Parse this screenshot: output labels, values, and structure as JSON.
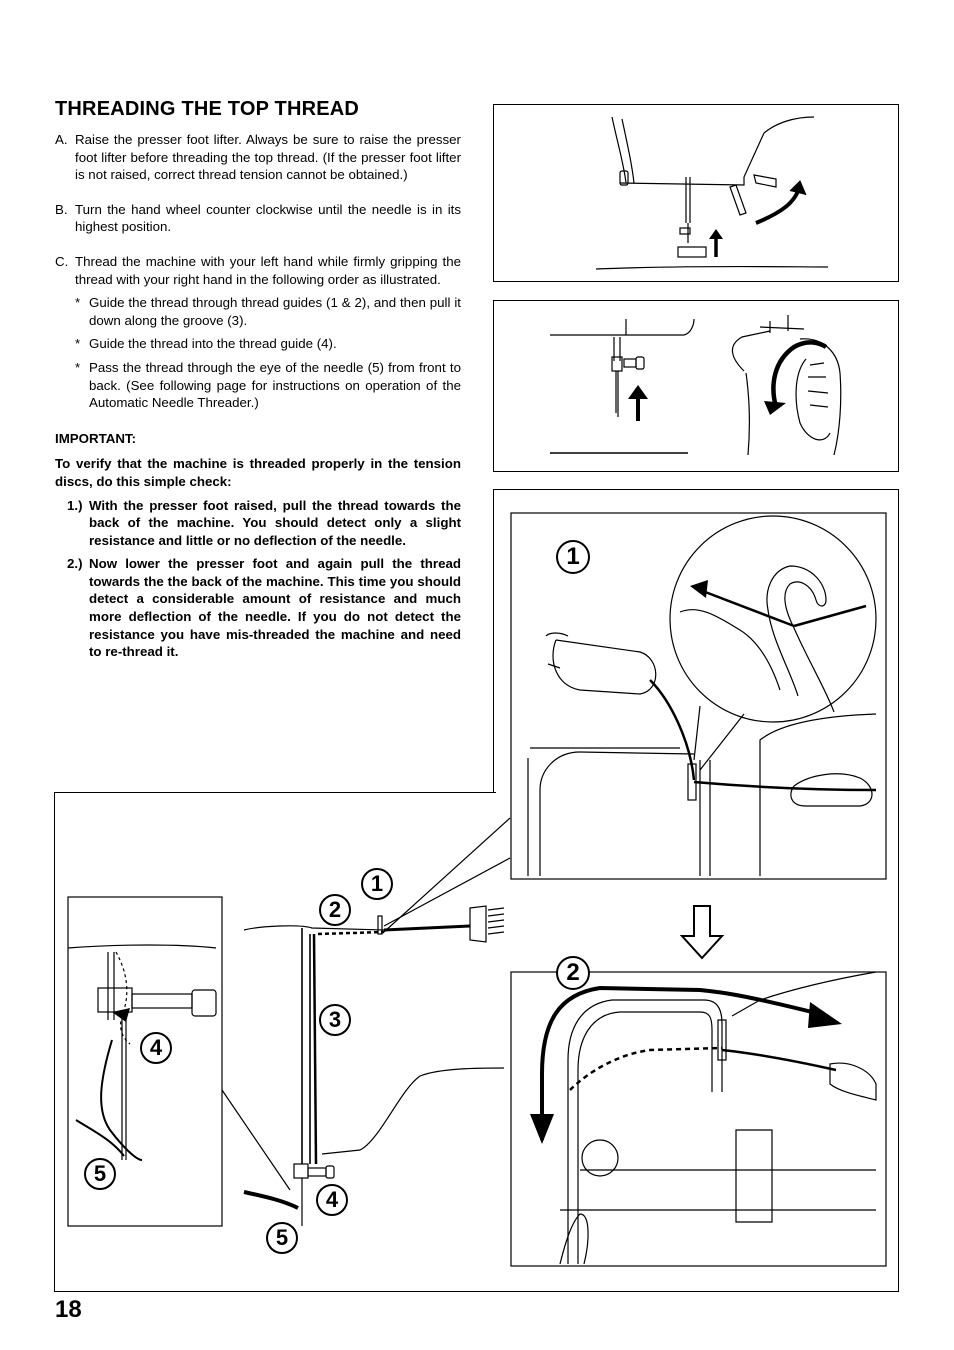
{
  "title": "THREADING THE TOP THREAD",
  "steps": {
    "a": {
      "label": "A.",
      "text": "Raise the presser foot lifter. Always be sure to raise the presser foot lifter before threading the top thread. (If the presser foot lifter is not raised, correct thread tension cannot be obtained.)"
    },
    "b": {
      "label": "B.",
      "text": "Turn the hand wheel counter clockwise until the needle is in its highest position."
    },
    "c": {
      "label": "C.",
      "text": "Thread the machine with your left hand while firmly gripping the thread with your right hand in the following order as illustrated."
    }
  },
  "bullets": [
    {
      "label": "*",
      "text": "Guide the thread through thread guides (1 & 2), and then pull it down along the groove (3)."
    },
    {
      "label": "*",
      "text": "Guide the thread into the thread guide (4)."
    },
    {
      "label": "*",
      "text": "Pass the thread through the eye of the needle (5) from front to back. (See following page for instructions on operation of the Automatic Needle Threader.)"
    }
  ],
  "important": {
    "heading": "IMPORTANT:",
    "intro": "To verify that the machine is threaded properly in the tension discs, do this simple check:",
    "checks": [
      {
        "label": "1.)",
        "text": "With the presser foot raised, pull the thread towards the back of  the machine.  You should detect only a slight resistance and little or no deflection of the needle."
      },
      {
        "label": "2.)",
        "text": "Now lower the presser foot and again pull the thread towards the the back of the machine.  This time you should detect a considerable amount of resistance and much more deflection of the needle. If you do not detect the resistance you have mis-threaded the machine and need to re-thread it."
      }
    ]
  },
  "callouts": {
    "n1": "1",
    "n2": "2",
    "n3": "3",
    "n4": "4",
    "n5": "5"
  },
  "page_number": "18",
  "icons": [
    "up-arrow-icon",
    "curved-arrow-icon",
    "down-outline-arrow-icon"
  ]
}
